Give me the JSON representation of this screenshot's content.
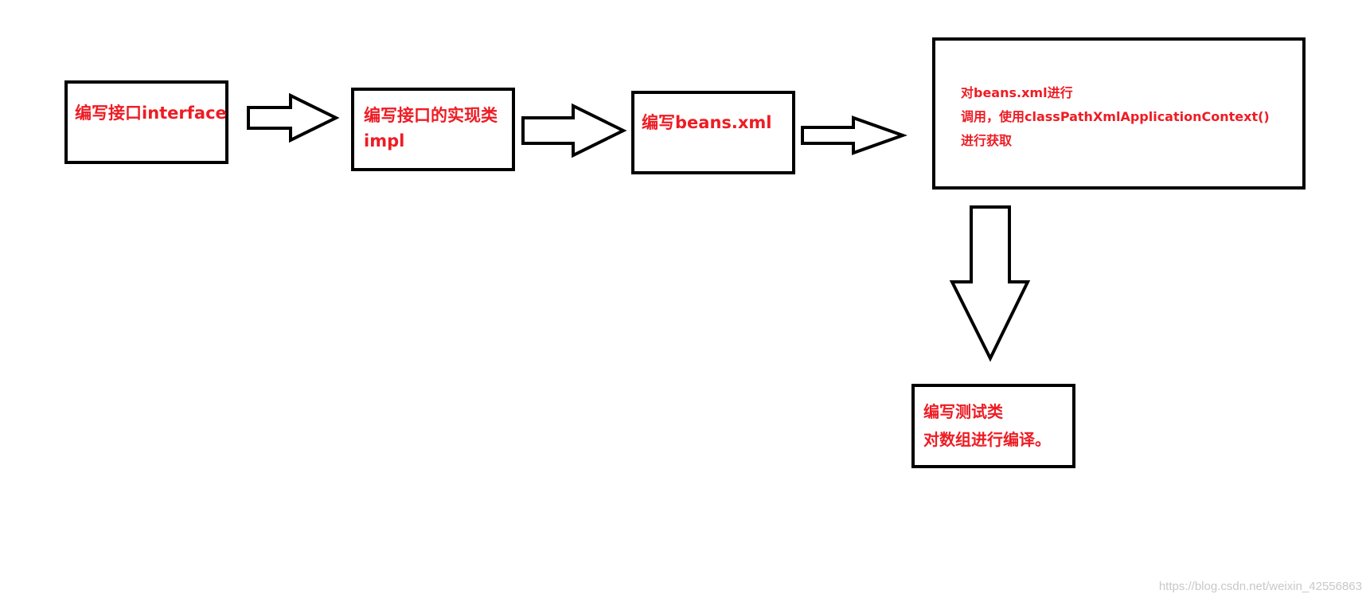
{
  "diagram": {
    "steps": [
      {
        "id": "interface",
        "lines": [
          "编写接口interface"
        ]
      },
      {
        "id": "impl",
        "lines": [
          "编写接口的实现类",
          "impl"
        ]
      },
      {
        "id": "beans-xml",
        "lines": [
          "编写beans.xml"
        ]
      },
      {
        "id": "context",
        "lines": [
          "对beans.xml进行",
          "调用，使用classPathXmlApplicationContext()",
          "进行获取"
        ]
      },
      {
        "id": "test",
        "lines": [
          "编写测试类",
          "对数组进行编译。"
        ]
      }
    ],
    "arrows": [
      {
        "from": "interface",
        "to": "impl"
      },
      {
        "from": "impl",
        "to": "beans-xml"
      },
      {
        "from": "beans-xml",
        "to": "context"
      },
      {
        "from": "context",
        "to": "test"
      }
    ],
    "colors": {
      "text": "#ee1c24",
      "stroke": "#000000",
      "background": "#ffffff"
    }
  },
  "watermark": "https://blog.csdn.net/weixin_42556863"
}
